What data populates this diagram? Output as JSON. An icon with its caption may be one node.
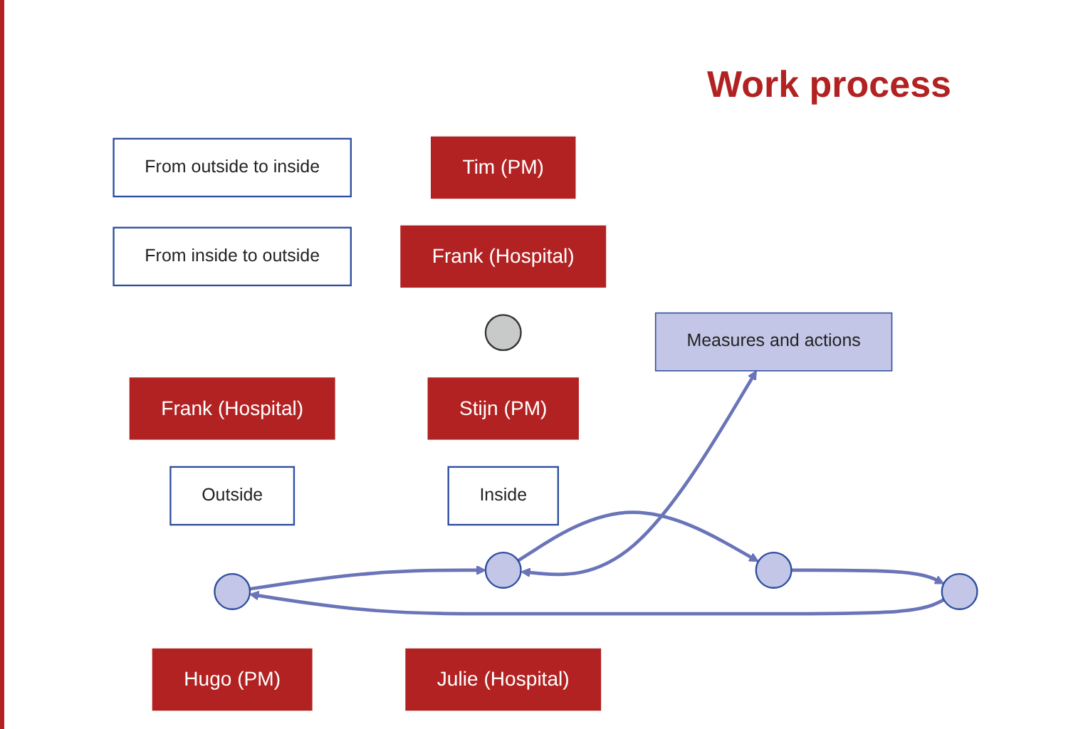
{
  "diagram": {
    "title": "Work process",
    "nodes": [
      {
        "text": [
          "From outside to inside"
        ]
      },
      {
        "text": [],
        "shape": "ellipse"
      },
      {
        "text": [
          "Tim (PM)"
        ]
      },
      {
        "text": [
          "Measures and actions"
        ]
      },
      {
        "text": [
          "Frank (Hospital)"
        ]
      },
      {
        "text": [],
        "shape": "ellipse"
      },
      {
        "text": [
          "Frank (Hospital)"
        ]
      },
      {
        "text": [],
        "shape": "ellipse"
      },
      {
        "text": [
          "Stijn (PM)"
        ]
      },
      {
        "text": [],
        "shape": "ellipse"
      },
      {
        "text": [
          "Hugo (PM)"
        ]
      },
      {
        "text": [
          "Outside"
        ]
      },
      {
        "text": [
          "Inside"
        ]
      },
      {
        "text": [],
        "shape": "ellipse"
      },
      {
        "text": [
          "Julie (Hospital)"
        ]
      },
      {
        "text": [
          "From inside to outside"
        ]
      }
    ],
    "edges": [
      {
        "from": 5,
        "to": 1,
        "arrow": "to"
      },
      {
        "from": 1,
        "to": 9,
        "arrow": "to"
      },
      {
        "from": 9,
        "to": 13,
        "arrow": "to"
      },
      {
        "from": 13,
        "to": 5,
        "arrow": "to"
      },
      {
        "from": 9,
        "to": 3,
        "arrow": "both"
      }
    ]
  }
}
